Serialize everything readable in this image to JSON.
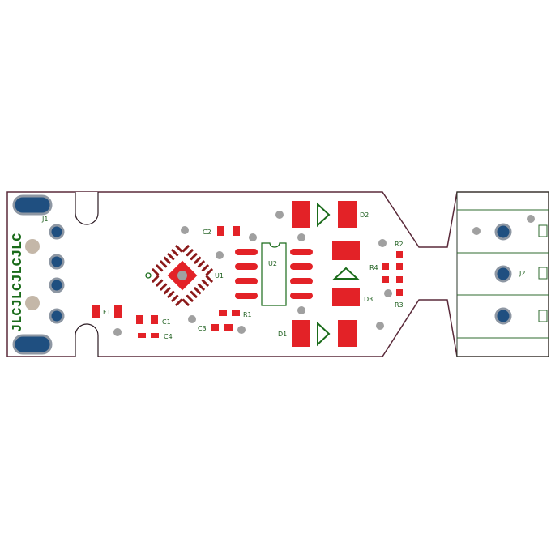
{
  "board": {
    "silkscreen_text": "JLCJLCJLCJLC",
    "colors": {
      "background": "#ffffff",
      "outline": "#5a2a3a",
      "pad": "#e32227",
      "pad_dark": "#8b1a1a",
      "silk": "#1a6b1a",
      "via": "#a0a0a0",
      "plated_hole": "#1f4f80",
      "hole_ring": "#8e97a3",
      "mount_hole": "#c4b7a8"
    }
  },
  "components": {
    "J1": "J1",
    "J2": "J2",
    "F1": "F1",
    "C1": "C1",
    "C2": "C2",
    "C3": "C3",
    "C4": "C4",
    "U1": "U1",
    "U2": "U2",
    "R1": "R1",
    "R2": "R2",
    "R3": "R3",
    "R4": "R4",
    "D1": "D1",
    "D2": "D2",
    "D3": "D3"
  }
}
